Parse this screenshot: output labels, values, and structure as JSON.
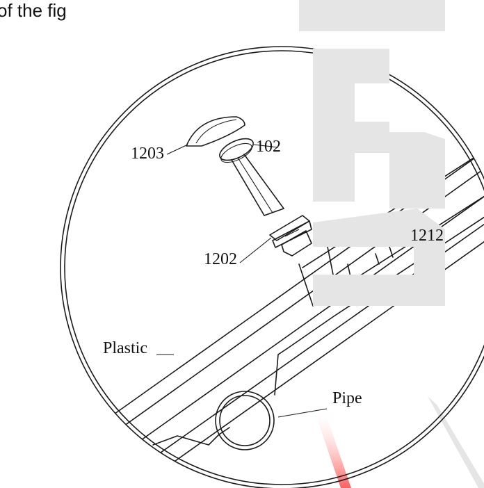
{
  "header_fragment": "of the fig",
  "labels": {
    "part_1203": "1203",
    "part_102": "102",
    "part_1202": "1202",
    "part_1212": "1212",
    "plastic": "Plastic",
    "pipe": "Pipe"
  },
  "colors": {
    "line": "#1a1a1a",
    "watermark": "#e6e6e6",
    "red_ray": "#ff4d4d",
    "gray_ray": "#d8d8d8"
  }
}
